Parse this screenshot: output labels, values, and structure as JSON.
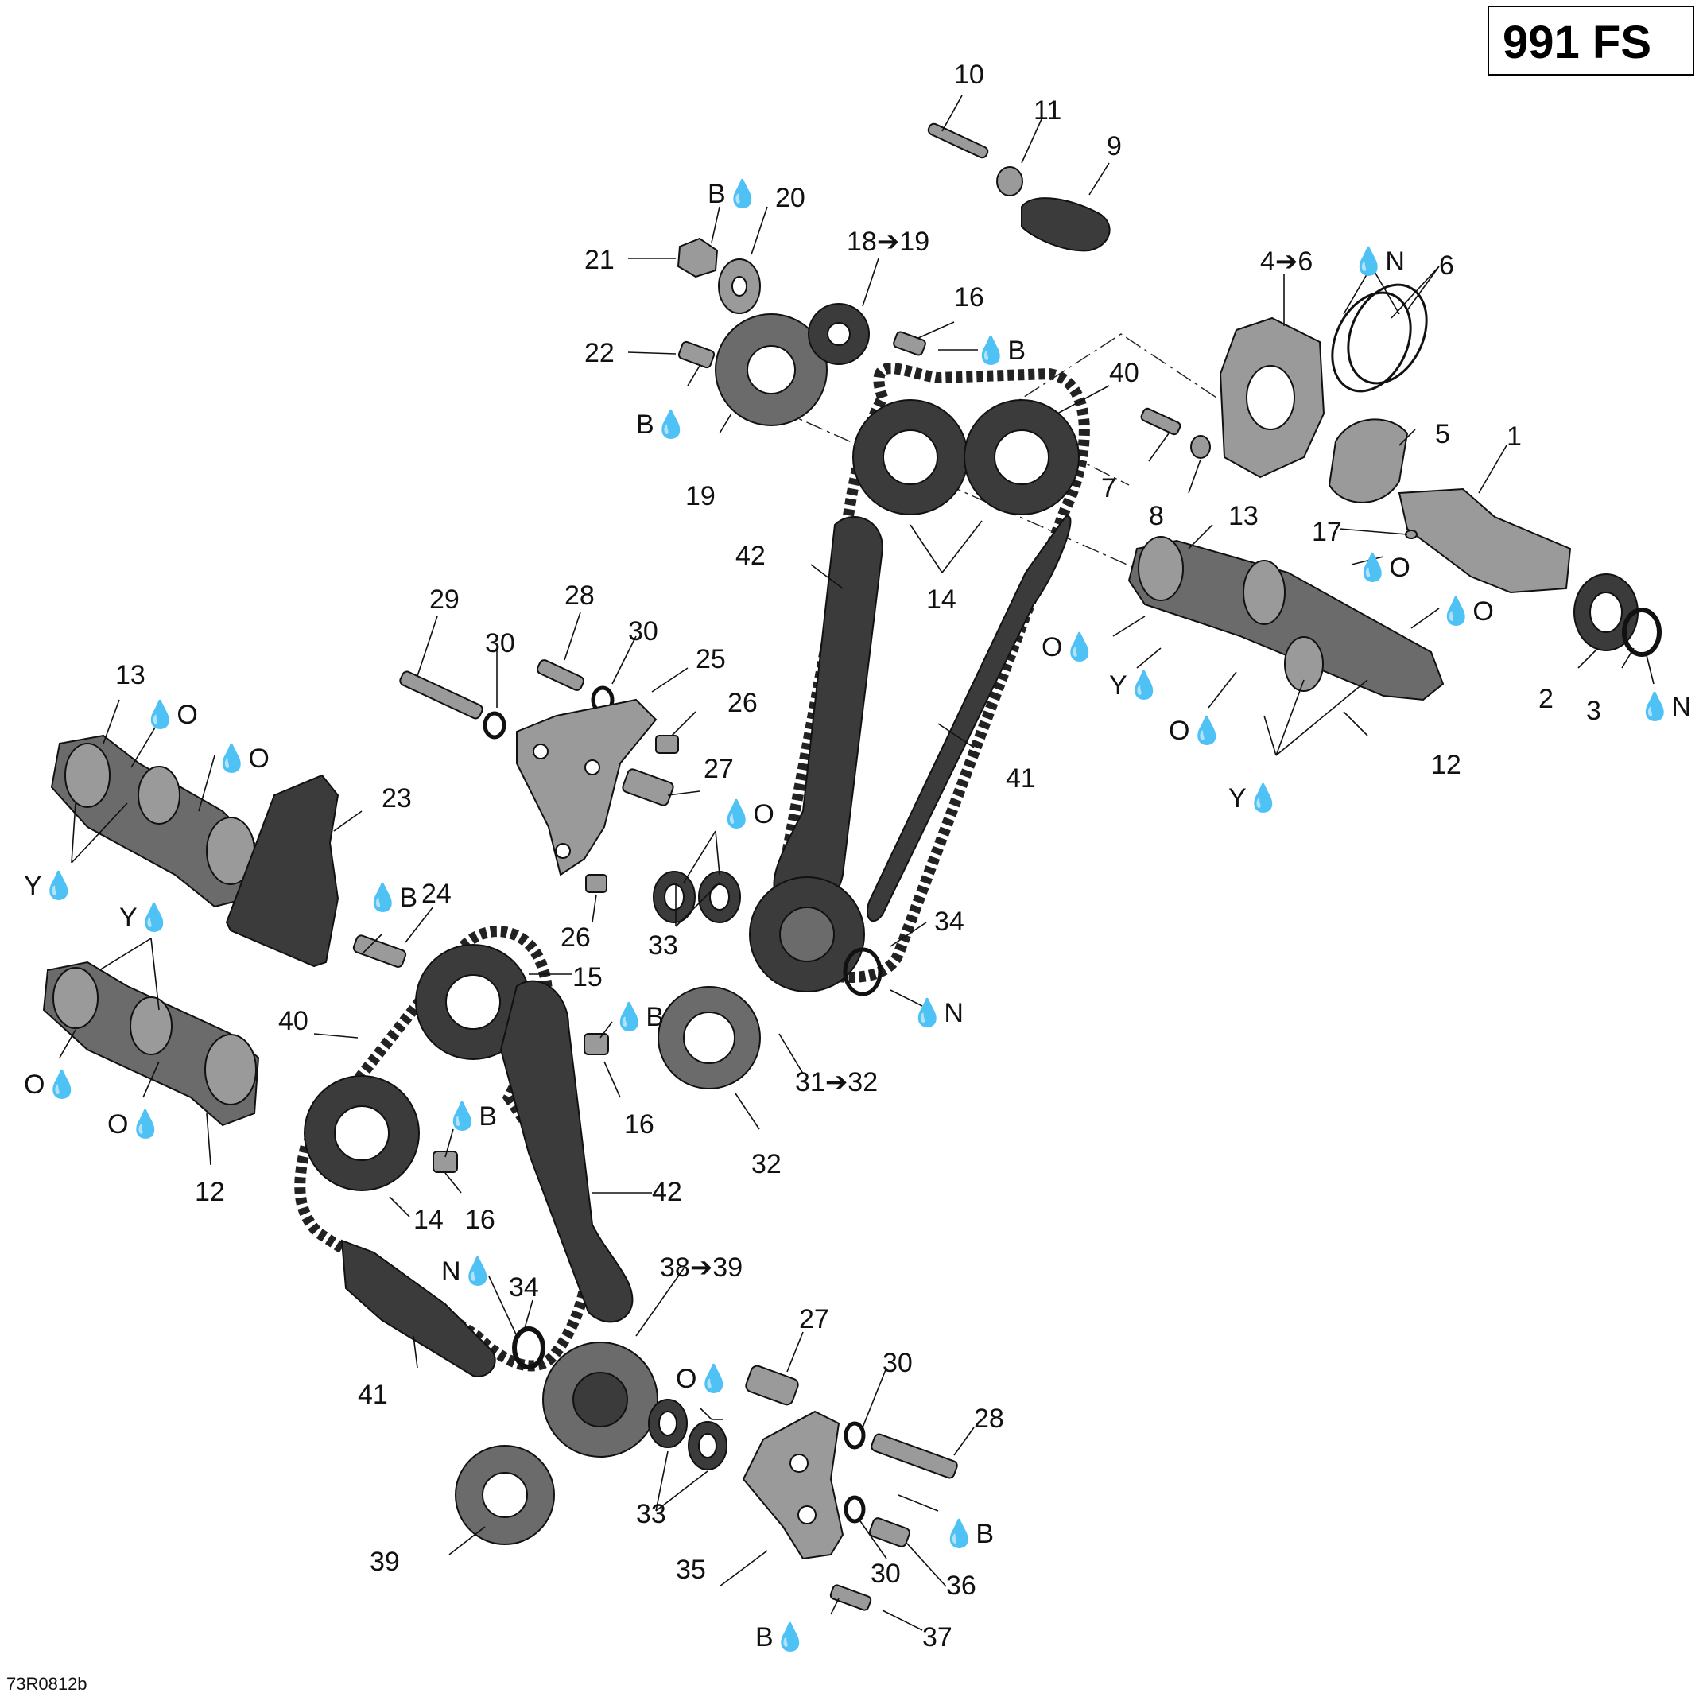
{
  "model_badge": "991 FS",
  "drawing_code": "73R0812b",
  "callouts": {
    "c1": "1",
    "c2": "2",
    "c3": "3",
    "c4_6": "4➔6",
    "c5": "5",
    "c6": "6",
    "c7": "7",
    "c8": "8",
    "c9": "9",
    "c10": "10",
    "c11": "11",
    "c12a": "12",
    "c12b": "12",
    "c13a": "13",
    "c13b": "13",
    "c14a": "14",
    "c14b": "14",
    "c15": "15",
    "c16a": "16",
    "c16b": "16",
    "c16c": "16",
    "c17": "17",
    "c18_19": "18➔19",
    "c19": "19",
    "c20": "20",
    "c21": "21",
    "c22": "22",
    "c23": "23",
    "c24": "24",
    "c25": "25",
    "c26a": "26",
    "c26b": "26",
    "c27a": "27",
    "c27b": "27",
    "c28a": "28",
    "c28b": "28",
    "c29": "29",
    "c30a": "30",
    "c30b": "30",
    "c30c": "30",
    "c30d": "30",
    "c31_32": "31➔32",
    "c32": "32",
    "c33a": "33",
    "c33b": "33",
    "c34a": "34",
    "c34b": "34",
    "c35": "35",
    "c36": "36",
    "c37": "37",
    "c38_39": "38➔39",
    "c39": "39",
    "c40a": "40",
    "c40b": "40",
    "c41a": "41",
    "c41b": "41",
    "c42a": "42",
    "c42b": "42"
  },
  "lubricant_marks": {
    "l_b_21": "B💧",
    "l_b_22": "B💧",
    "l_b_16top": "💧B",
    "l_n_6": "💧N",
    "l_o_13r": "💧O",
    "l_o_12r": "💧O",
    "l_o_camr1": "O💧",
    "l_y_camr": "Y💧",
    "l_o_camr2": "O💧",
    "l_y_12r": "Y💧",
    "l_n_3": "💧N",
    "l_o_13l1": "💧O",
    "l_o_13l2": "💧O",
    "l_y_13l": "Y💧",
    "l_y_12l": "Y💧",
    "l_o_12l1": "O💧",
    "l_o_12l2": "O💧",
    "l_b_24": "💧B",
    "l_o_33": "💧O",
    "l_n_34": "💧N",
    "l_b_16mid": "💧B",
    "l_b_16low": "💧B",
    "l_n_34low": "N💧",
    "l_o_33low": "O💧",
    "l_b_36": "💧B",
    "l_b_37": "B💧"
  }
}
